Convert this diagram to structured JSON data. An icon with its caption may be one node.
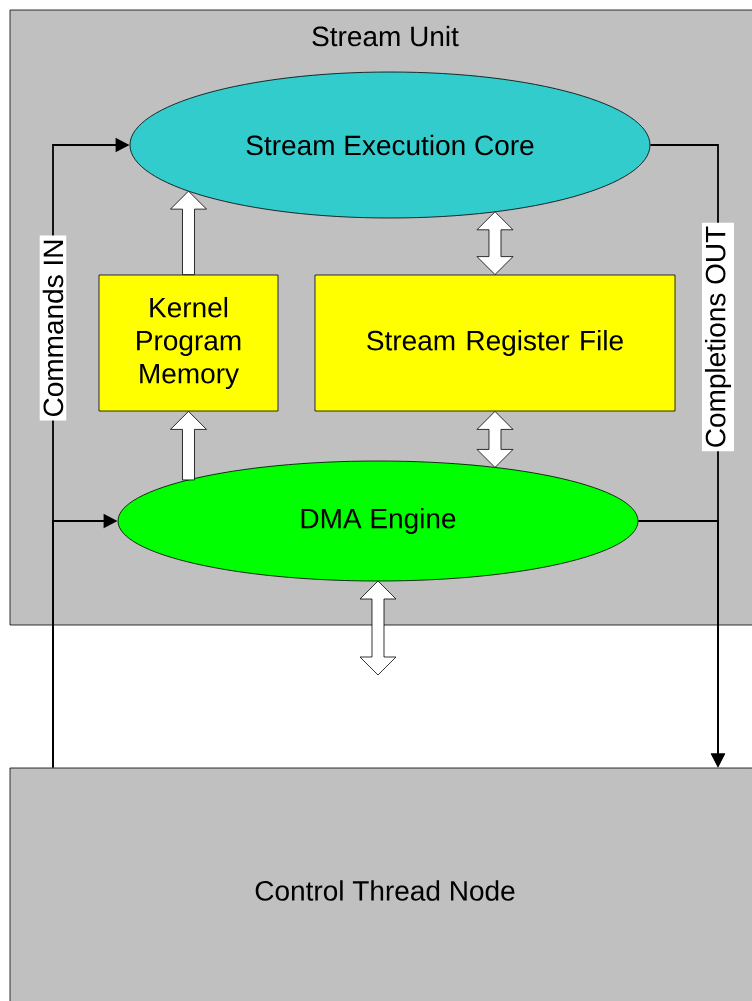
{
  "diagram": {
    "nodes": [
      {
        "text": [
          "Stream Unit"
        ]
      },
      {
        "text": [
          "Stream Execution Core"
        ],
        "in": 0
      },
      {
        "text": [
          "Kernel Program Memory"
        ],
        "in": 0
      },
      {
        "text": [
          "Stream Register File"
        ],
        "in": 0
      },
      {
        "text": [
          "DMA Engine"
        ],
        "in": 0
      },
      {
        "text": [
          "Control Thread Node"
        ]
      }
    ],
    "edges": [
      {
        "from": 2,
        "to": 1,
        "arrow": "to",
        "style": "thick"
      },
      {
        "from": 3,
        "to": 1,
        "arrow": "both",
        "style": "thick"
      },
      {
        "from": 4,
        "to": 2,
        "arrow": "to",
        "style": "thick"
      },
      {
        "from": 4,
        "to": 3,
        "arrow": "both",
        "style": "thick"
      },
      {
        "from": 4,
        "to": null,
        "arrow": "both",
        "style": "thick"
      },
      {
        "from": 5,
        "to": 1,
        "arrow": "to",
        "label": "Commands IN"
      },
      {
        "from": 5,
        "to": 4,
        "arrow": "to"
      },
      {
        "from": 1,
        "to": 5,
        "arrow": "to",
        "label": "Completions OUT"
      },
      {
        "from": 4,
        "to": 5,
        "arrow": "to"
      }
    ]
  }
}
